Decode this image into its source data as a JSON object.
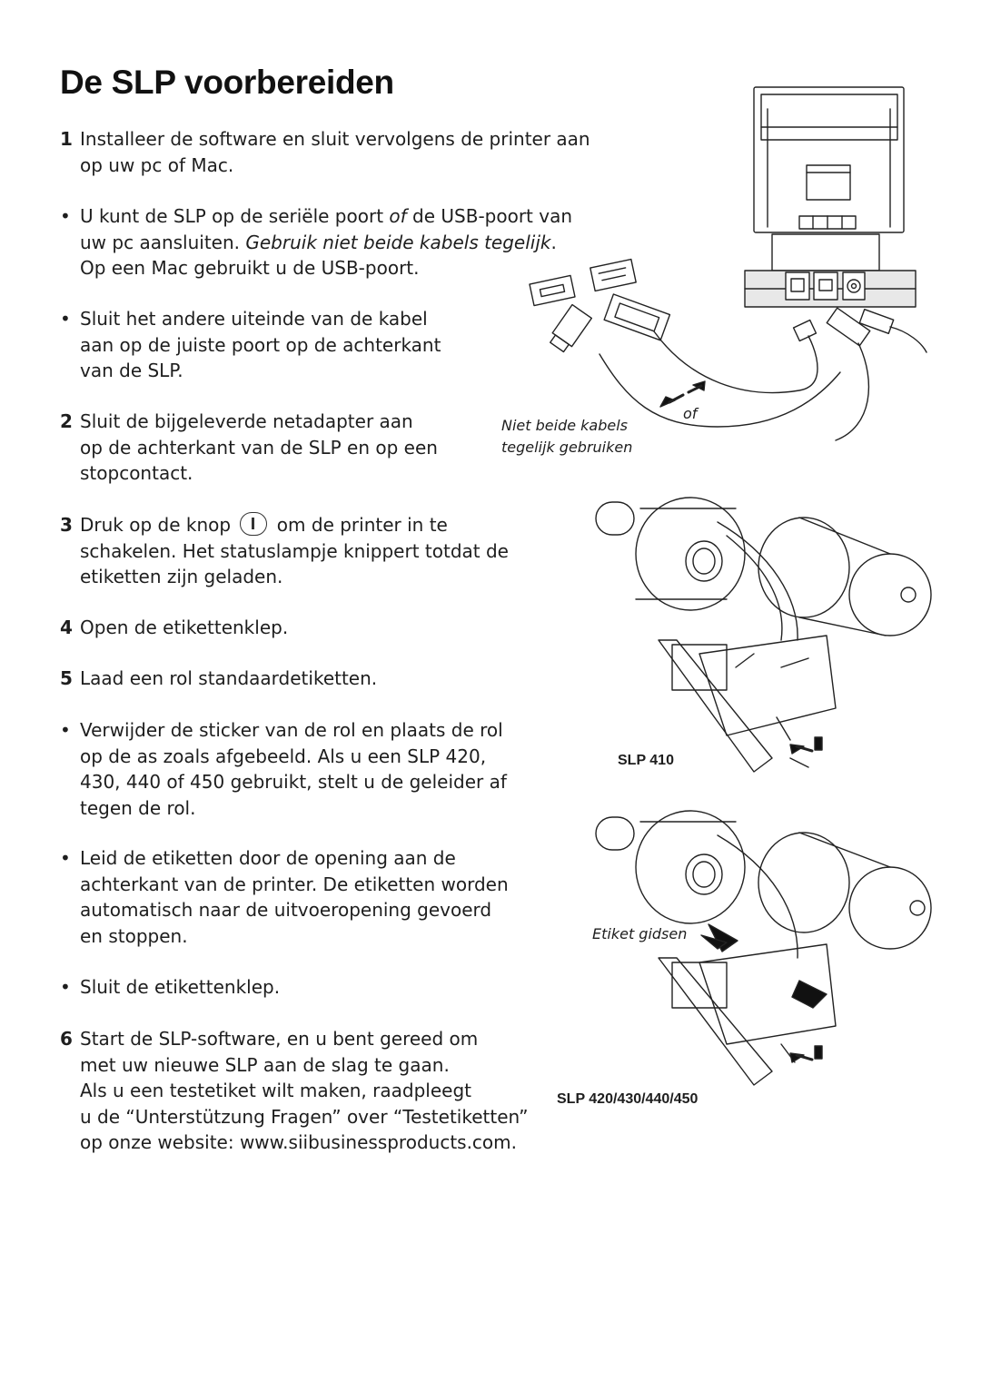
{
  "title": "De SLP voorbereiden",
  "step1": {
    "num": "1",
    "line1": "Installeer de software en sluit vervolgens de printer aan",
    "line2": "op uw pc of Mac."
  },
  "b1": {
    "sym": "•",
    "l1a": "U kunt de SLP op de seriële poort ",
    "l1b": "of",
    "l1c": " de USB-poort van",
    "l2a": "uw pc aansluiten. ",
    "l2b": "Gebruik niet beide kabels tegelijk",
    "l2c": ".",
    "l3": "Op een Mac gebruikt u de USB-poort."
  },
  "b2": {
    "sym": "•",
    "l1": "Sluit het andere uiteinde van de kabel",
    "l2": "aan op de juiste poort op de achterkant",
    "l3": "van de SLP."
  },
  "step2": {
    "num": "2",
    "l1": "Sluit de bijgeleverde netadapter aan",
    "l2": "op de achterkant van de SLP en op een",
    "l3": "stopcontact."
  },
  "step3": {
    "num": "3",
    "l1a": "Druk op de knop",
    "l1b": "om de printer in te",
    "l2": "schakelen. Het statuslampje knippert totdat de",
    "l3": "etiketten zijn geladen."
  },
  "step4": {
    "num": "4",
    "text": "Open de etikettenklep."
  },
  "step5": {
    "num": "5",
    "text": "Laad een rol standaardetiketten."
  },
  "b3": {
    "sym": "•",
    "l1": "Verwijder de sticker van de rol en plaats de rol",
    "l2": "op de as zoals afgebeeld. Als u een SLP 420,",
    "l3": "430, 440 of 450 gebruikt, stelt u de geleider af",
    "l4": "tegen de rol."
  },
  "b4": {
    "sym": "•",
    "l1": "Leid de etiketten door de opening aan de",
    "l2": "achterkant van de printer. De etiketten worden",
    "l3": "automatisch naar de uitvoeropening gevoerd",
    "l4": "en stoppen."
  },
  "b5": {
    "sym": "•",
    "text": "Sluit de etikettenklep."
  },
  "step6": {
    "num": "6",
    "l1": "Start de SLP-software, en u bent gereed om",
    "l2": "met uw nieuwe SLP aan de slag te gaan.",
    "l3": "Als u een testetiket wilt maken, raadpleegt",
    "l4": "u de “Unterstützung Fragen” over “Testetiketten”",
    "l5": "op onze website: www.siibusinessproducts.com."
  },
  "captions": {
    "of": "of",
    "warn1": "Niet beide kabels",
    "warn2": "tegelijk gebruiken",
    "slp410": "SLP 410",
    "guides": "Etiket gidsen",
    "slp420": "SLP 420/430/440/450"
  }
}
